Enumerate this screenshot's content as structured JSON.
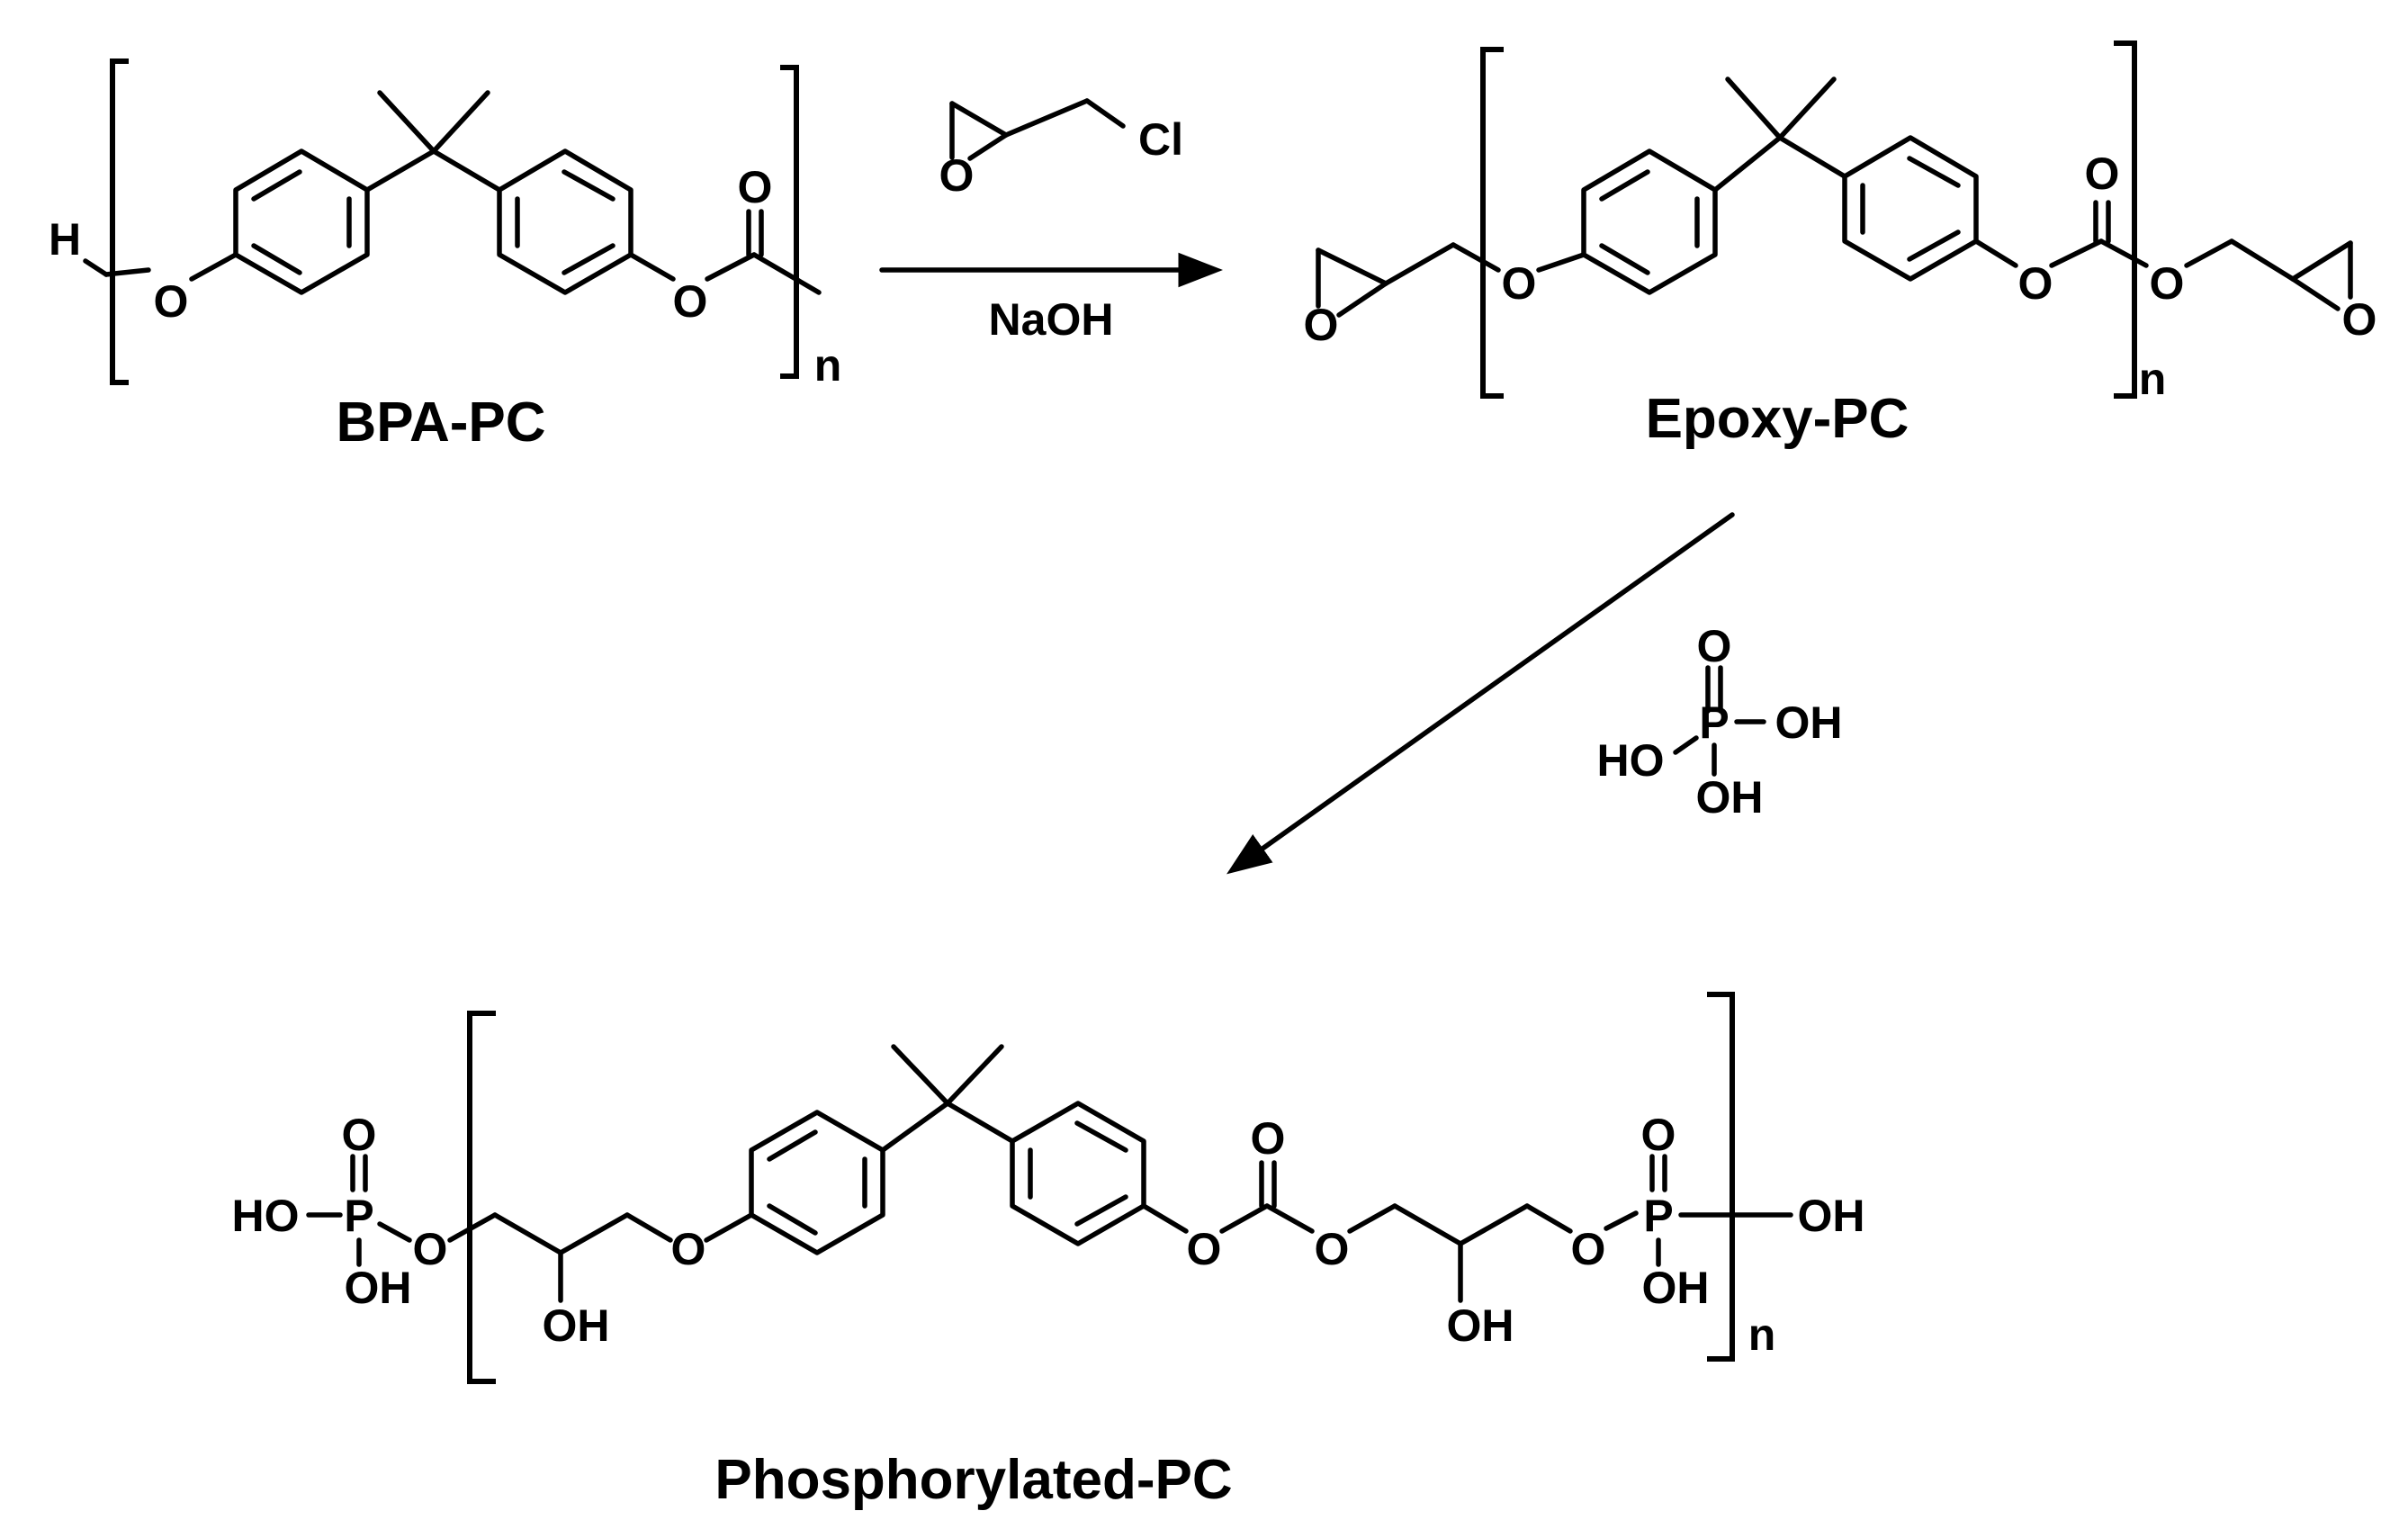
{
  "compounds": {
    "bpa_pc": {
      "name": "BPA-PC",
      "end_group": "H",
      "repeat_index": "n"
    },
    "epoxy_pc": {
      "name": "Epoxy-PC",
      "repeat_index": "n"
    },
    "phosphorylated_pc": {
      "name": "Phosphorylated-PC",
      "repeat_index": "n"
    }
  },
  "atoms": {
    "oxygen": "O",
    "chlorine": "Cl",
    "phosphorus": "P",
    "hydroxyl": "OH",
    "hydroxyl_left": "HO"
  },
  "reagents": {
    "step1": {
      "reagent": "epichlorohydrin (structure drawn)",
      "condition": "NaOH"
    },
    "step2": {
      "reagent": "phosphoric acid (structure drawn)"
    }
  },
  "colors": {
    "ink": "#000000",
    "background": "#ffffff"
  }
}
